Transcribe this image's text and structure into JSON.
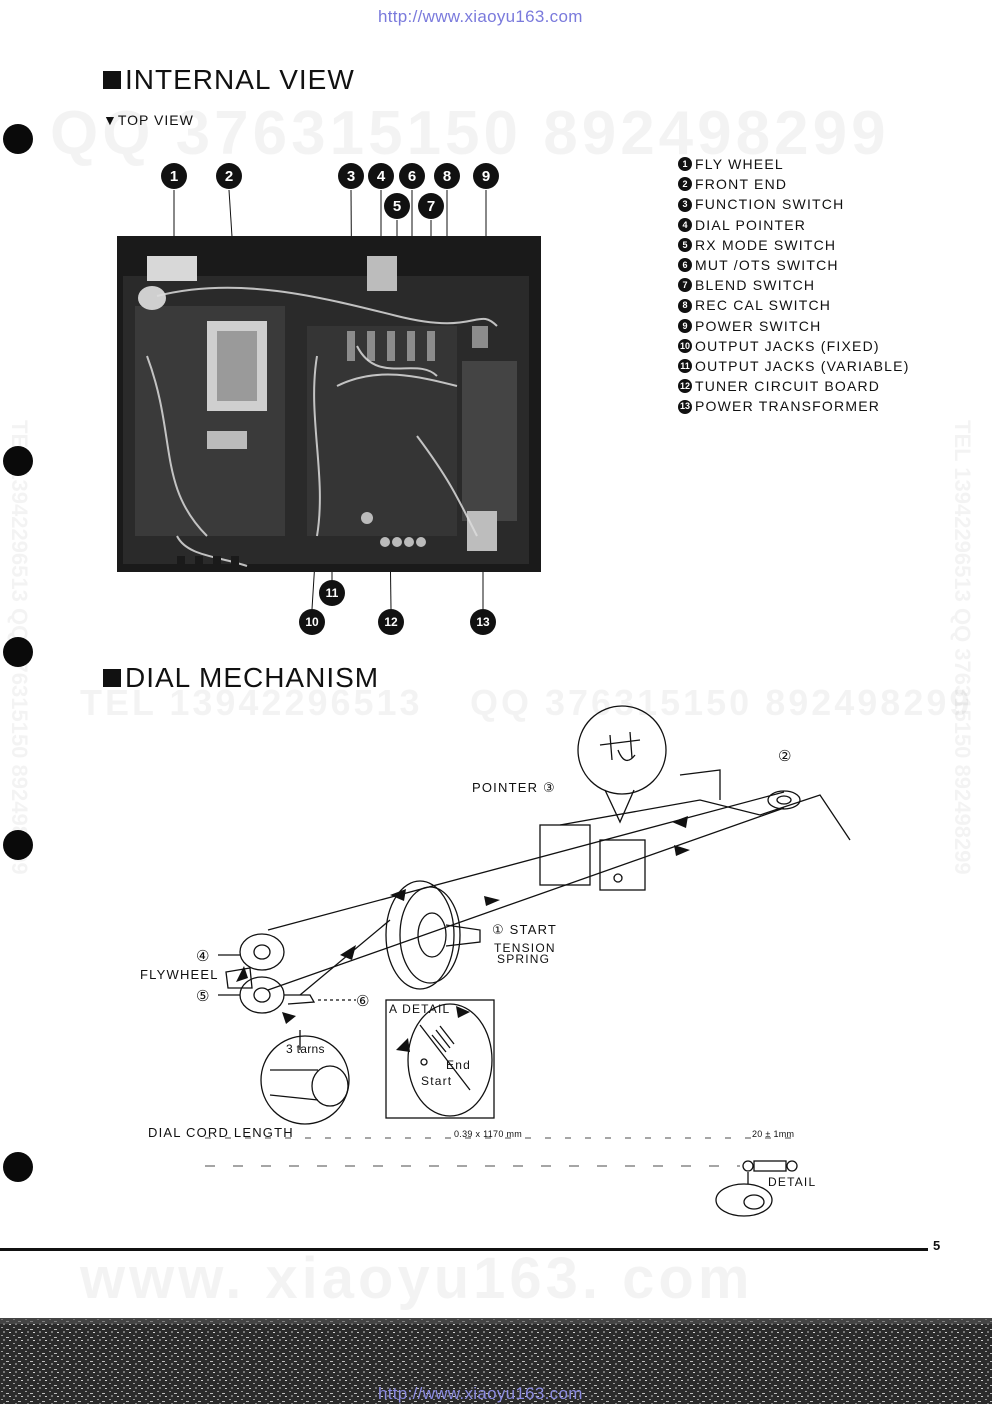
{
  "header": {
    "url": "http://www.xiaoyu163.com"
  },
  "watermarks": {
    "qq_large": "QQ 376315150   892498299",
    "tel_mid": "TEL 13942296513",
    "qq_mid": "QQ 376315150  892498299",
    "web_bottom": "www. xiaoyu163. com",
    "tel_vertical": "TEL 13942296513  QQ 376315150  892498299"
  },
  "internal_view": {
    "title": "INTERNAL VIEW",
    "subtitle": "▼TOP VIEW",
    "callouts": [
      "1",
      "2",
      "3",
      "4",
      "5",
      "6",
      "7",
      "8",
      "9",
      "10",
      "11",
      "12",
      "13"
    ],
    "legend": [
      {
        "num": "1",
        "label": "FLY WHEEL"
      },
      {
        "num": "2",
        "label": "FRONT END"
      },
      {
        "num": "3",
        "label": "FUNCTION SWITCH"
      },
      {
        "num": "4",
        "label": "DIAL POINTER"
      },
      {
        "num": "5",
        "label": "RX MODE SWITCH"
      },
      {
        "num": "6",
        "label": "MUT /OTS SWITCH"
      },
      {
        "num": "7",
        "label": "BLEND SWITCH"
      },
      {
        "num": "8",
        "label": "REC CAL SWITCH"
      },
      {
        "num": "9",
        "label": "POWER SWITCH"
      },
      {
        "num": "10",
        "label": "OUTPUT JACKS (FIXED)"
      },
      {
        "num": "11",
        "label": "OUTPUT JACKS (VARIABLE)"
      },
      {
        "num": "12",
        "label": "TUNER CIRCUIT BOARD"
      },
      {
        "num": "13",
        "label": "POWER TRANSFORMER"
      }
    ]
  },
  "dial_mechanism": {
    "title": "DIAL MECHANISM",
    "labels": {
      "pointer": "POINTER ③",
      "two": "②",
      "start": "① START",
      "tension_1": "TENSION",
      "tension_2": "SPRING",
      "four": "④",
      "flywheel": "FLYWHEEL",
      "five": "⑤",
      "six": "⑥",
      "a_detail": "A DETAIL",
      "end": "End",
      "start_small": "Start",
      "three_turns": "3 tarns",
      "cord_length": "DIAL CORD LENGTH",
      "cord_spec": "0.39 x 1170 mm",
      "tolerance": "20 ± 1mm",
      "detail": "DETAIL"
    }
  },
  "footer": {
    "page_number": "5"
  }
}
